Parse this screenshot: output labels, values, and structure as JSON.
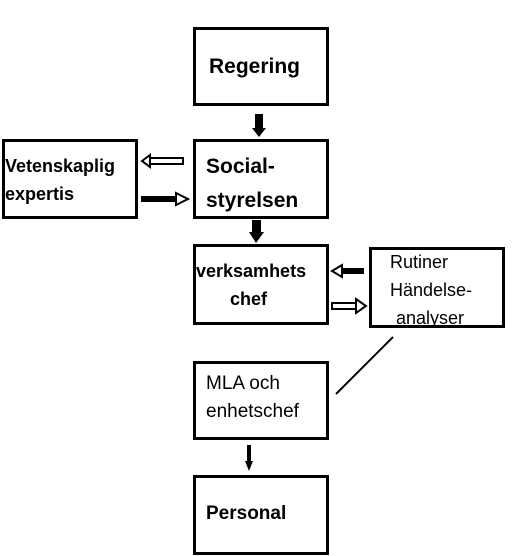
{
  "nodes": {
    "regering": "Regering",
    "social_line1": "Social-",
    "social_line2": "styrelsen",
    "vetenskaplig_line1": "Vetenskaplig",
    "vetenskaplig_line2": "expertis",
    "verksamhet_line1": "verksamhets",
    "verksamhet_line2": "chef",
    "rutiner_line1": "Rutiner",
    "rutiner_line2": "Händelse-",
    "rutiner_line3": "analyser",
    "mla_line1": "MLA och",
    "mla_line2": "enhetschef",
    "personal": "Personal"
  }
}
